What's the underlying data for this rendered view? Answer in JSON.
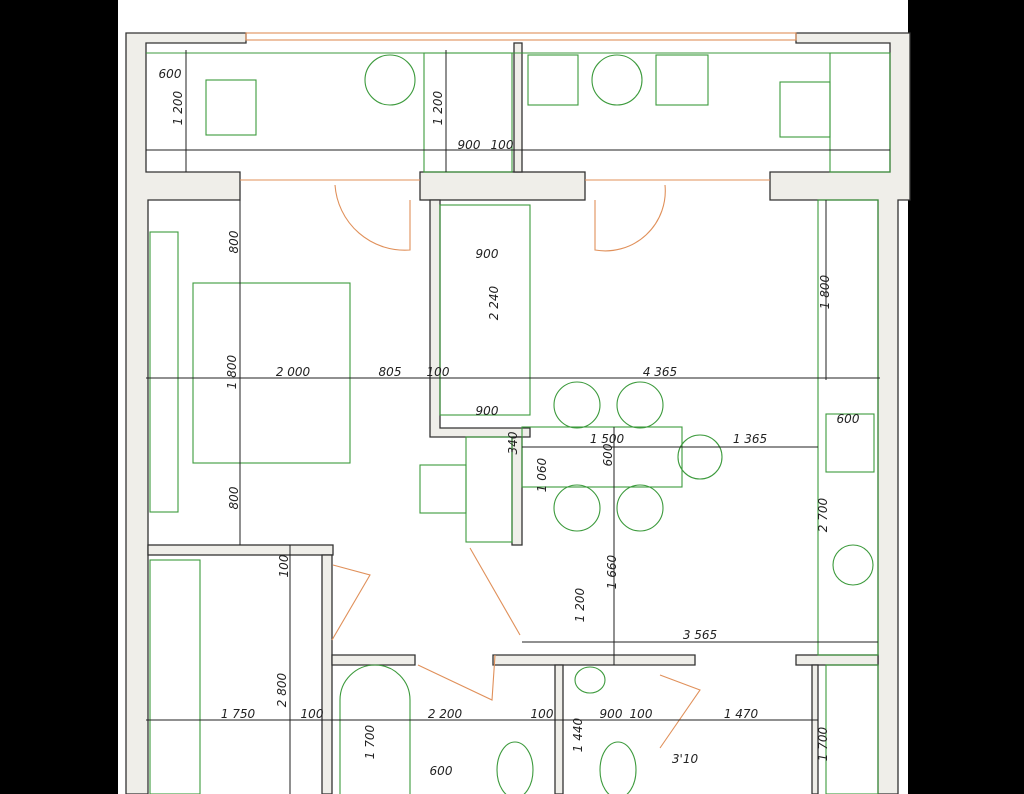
{
  "plan": {
    "colors": {
      "wall": "#efeee9",
      "furniture": "#3c9a3c",
      "doors_windows": "#e0905a",
      "dimension": "#222222",
      "frame": "#000000"
    },
    "dimensions": [
      "600",
      "1 200",
      "1 200",
      "900",
      "100",
      "800",
      "900",
      "2 240",
      "1 800",
      "2 000",
      "805",
      "100",
      "4 365",
      "1 800",
      "900",
      "340",
      "1 500",
      "600",
      "1 365",
      "600",
      "1 060",
      "800",
      "2 700",
      "100",
      "1 660",
      "1 200",
      "3 565",
      "2 800",
      "1 750",
      "100",
      "2 200",
      "100",
      "900",
      "100",
      "1 470",
      "1 700",
      "1 440",
      "3'10",
      "1 700",
      "600"
    ]
  }
}
